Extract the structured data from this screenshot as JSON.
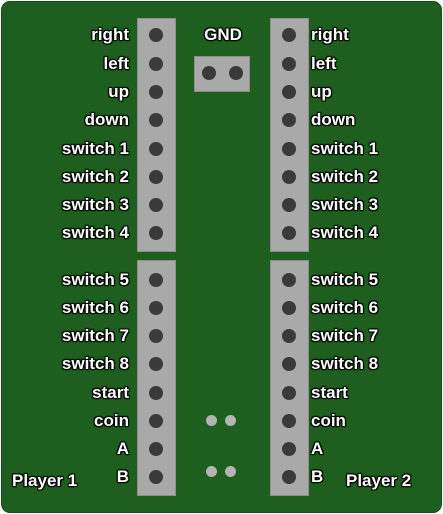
{
  "gnd_label": "GND",
  "player1_label": "Player 1",
  "player2_label": "Player 2",
  "upper_pins": [
    "right",
    "left",
    "up",
    "down",
    "switch 1",
    "switch 2",
    "switch 3",
    "switch 4"
  ],
  "lower_pins": [
    "switch 5",
    "switch 6",
    "switch 7",
    "switch 8",
    "start",
    "coin",
    "A",
    "B"
  ],
  "colors": {
    "board": "#1e5e1e",
    "header_strip": "#a9a9a9",
    "pin_hole": "#3a3a3a",
    "solder_pad": "#b4b4b4",
    "label_text": "#ffffff"
  }
}
